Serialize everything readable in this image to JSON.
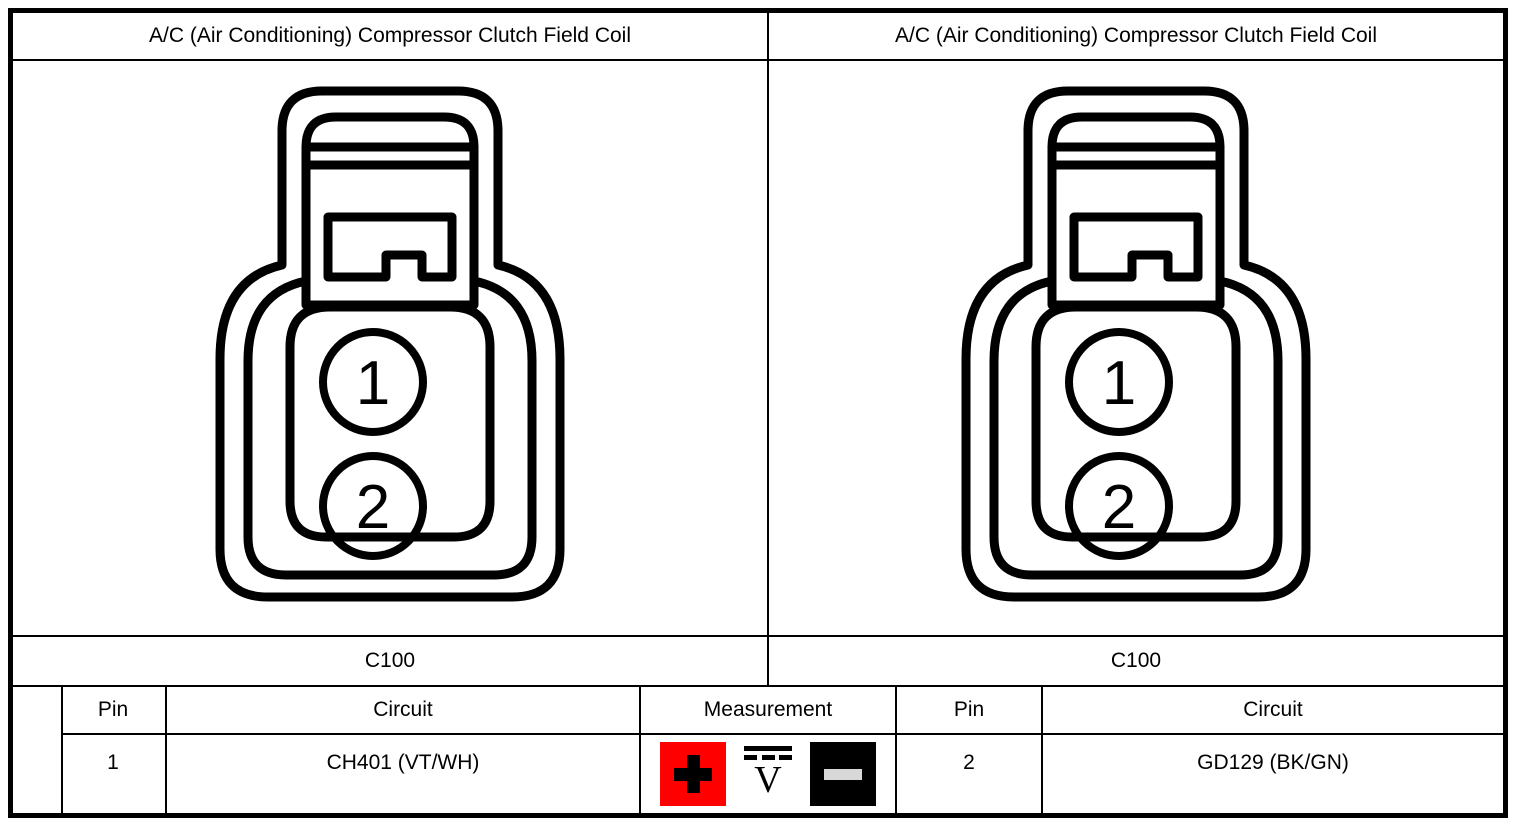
{
  "panels": [
    {
      "title": "A/C (Air Conditioning) Compressor Clutch Field Coil",
      "connector_id": "C100",
      "pin_labels": [
        "1",
        "2"
      ]
    },
    {
      "title": "A/C (Air Conditioning) Compressor Clutch Field Coil",
      "connector_id": "C100",
      "pin_labels": [
        "1",
        "2"
      ]
    }
  ],
  "table": {
    "headers": {
      "pin": "Pin",
      "circuit": "Circuit",
      "measurement": "Measurement"
    },
    "left_row": {
      "pin": "1",
      "circuit": "CH401 (VT/WH)"
    },
    "right_row": {
      "pin": "2",
      "circuit": "GD129 (BK/GN)"
    },
    "measurement_icons": {
      "positive": "plus-probe-icon",
      "meter": "dc-voltage-icon",
      "meter_unit": "V",
      "negative": "minus-probe-icon"
    }
  },
  "colors": {
    "positive_probe": "#ff0000",
    "negative_probe": "#000000",
    "line": "#000000",
    "background": "#ffffff"
  }
}
